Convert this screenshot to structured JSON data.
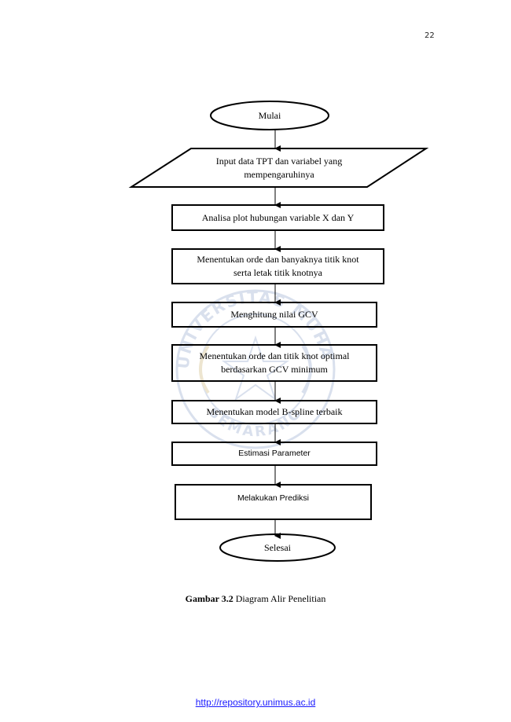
{
  "page_number": "22",
  "watermark_text": {
    "top": "UNIVERSITAS MUHAMMADIYAH",
    "bottom": "SEMARANG"
  },
  "flowchart": {
    "start": "Mulai",
    "input_line1": "Input  data TPT dan variabel yang",
    "input_line2": "mempengaruhinya",
    "step1": "Analisa plot hubungan  variable X dan Y",
    "step2_line1": "Menentukan orde dan banyaknya titik knot",
    "step2_line2": "serta letak titik knotnya",
    "step3": "Menghitung nilai GCV",
    "step4_line1": "Menentukan orde dan titik knot optimal",
    "step4_line2": "berdasarkan GCV minimum",
    "step5": "Menentukan model B-spline terbaik",
    "step6": "Estimasi Parameter",
    "step7": "Melakukan Prediksi",
    "end": "Selesai"
  },
  "caption": {
    "label": "Gambar 3.2",
    "text": " Diagram Alir Penelitian"
  },
  "footer": {
    "link": "http://repository.unimus.ac.id"
  },
  "colors": {
    "watermark": "#8aa0c8",
    "link": "#1a1aff"
  }
}
